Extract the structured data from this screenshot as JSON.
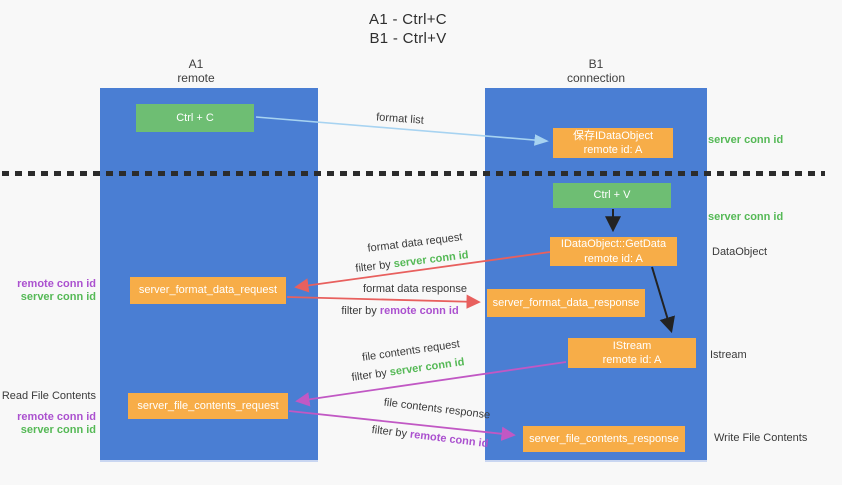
{
  "title": {
    "line1": "A1 - Ctrl+C",
    "line2": "B1 - Ctrl+V"
  },
  "lifelines": {
    "a1": {
      "name": "A1",
      "role": "remote"
    },
    "b1": {
      "name": "B1",
      "role": "connection"
    }
  },
  "nodes": {
    "ctrl_c": "Ctrl + C",
    "ctrl_v": "Ctrl + V",
    "save_idataobject": {
      "line1": "保存IDataObject",
      "line2": "remote id: A"
    },
    "getdata": {
      "line1": "IDataObject::GetData",
      "line2": "remote id: A"
    },
    "istream": {
      "line1": "IStream",
      "line2": "remote id: A"
    },
    "format_request": "server_format_data_request",
    "format_response": "server_format_data_response",
    "file_request": "server_file_contents_request",
    "file_response": "server_file_contents_response"
  },
  "arrow_labels": {
    "format_list": "format list",
    "format_data_request": "format data request",
    "format_data_response": "format data response",
    "file_contents_request": "file contents request",
    "file_contents_response": "file contents response",
    "filter_by": "filter by",
    "server_conn_id": "server conn id",
    "remote_conn_id": "remote conn id"
  },
  "side_labels": {
    "server_conn_id": "server conn id",
    "remote_conn_id": "remote conn id",
    "data_object": "DataObject",
    "istream": "Istream",
    "read_file_contents": "Read File Contents",
    "write_file_contents": "Write File Contents"
  },
  "colors": {
    "lifeline_blue": "#4a7ed3",
    "action_green": "#6ebe73",
    "message_orange": "#f7ad48",
    "request_red": "#e8605e",
    "contents_magenta": "#c158c4",
    "format_list_blue": "#a7d3f1",
    "conn_id_green": "#55b956",
    "conn_id_purple": "#ab51cf"
  }
}
